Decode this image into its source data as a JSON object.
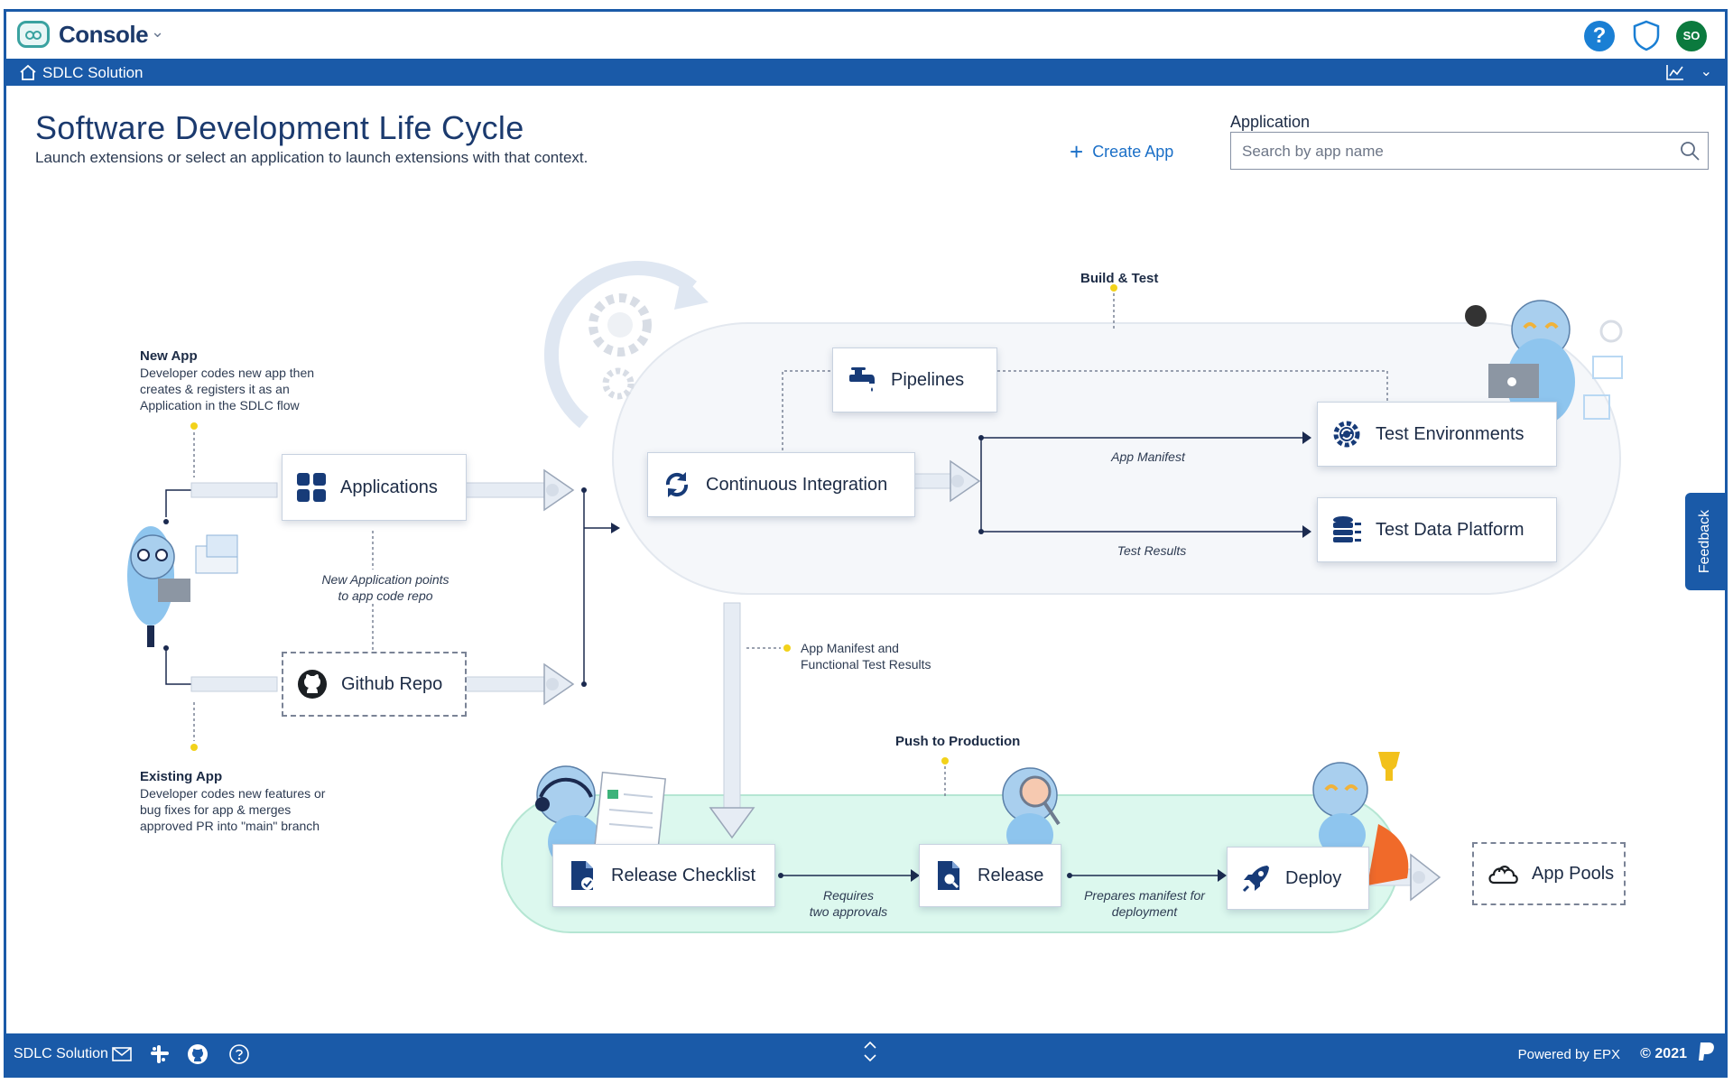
{
  "topbar": {
    "brand": "Console",
    "avatar_initials": "SO"
  },
  "subbar": {
    "title": "SDLC Solution"
  },
  "header": {
    "title": "Software Development Life Cycle",
    "subtitle": "Launch extensions or select an application to launch extensions with that context.",
    "create_app_label": "Create App",
    "application_label": "Application",
    "search_placeholder": "Search by app name"
  },
  "diagram": {
    "stages": {
      "build_test": "Build & Test",
      "push_production": "Push to Production"
    },
    "notes": {
      "new_app_title": "New App",
      "new_app_lines": [
        "Developer codes new app then",
        "creates & registers it as an",
        "Application in the SDLC flow"
      ],
      "existing_app_title": "Existing App",
      "existing_app_lines": [
        "Developer codes new features or",
        "bug fixes for app & merges",
        "approved PR into \"main\" branch"
      ],
      "app_manifest_results_lines": [
        "App Manifest and",
        "Functional Test Results"
      ]
    },
    "boxes": {
      "applications": "Applications",
      "github_repo": "Github Repo",
      "pipelines": "Pipelines",
      "continuous_integration": "Continuous Integration",
      "test_environments": "Test Environments",
      "test_data_platform": "Test Data Platform",
      "release_checklist": "Release Checklist",
      "release": "Release",
      "deploy": "Deploy",
      "app_pools": "App Pools"
    },
    "edge_labels": {
      "new_app_points_lines": [
        "New Application points",
        "to app code repo"
      ],
      "app_manifest": "App Manifest",
      "test_results": "Test Results",
      "requires_lines": [
        "Requires",
        "two approvals"
      ],
      "prepares_lines": [
        "Prepares manifest for",
        "deployment"
      ]
    }
  },
  "feedback": {
    "label": "Feedback"
  },
  "footer": {
    "title": "SDLC Solution",
    "powered": "Powered by EPX",
    "copyright": "© 2021"
  },
  "colors": {
    "primary": "#1a5aa8",
    "accent_yellow": "#f2d21b",
    "release_band": "#dcf8ee",
    "avatar_green": "#0b7a3e"
  }
}
